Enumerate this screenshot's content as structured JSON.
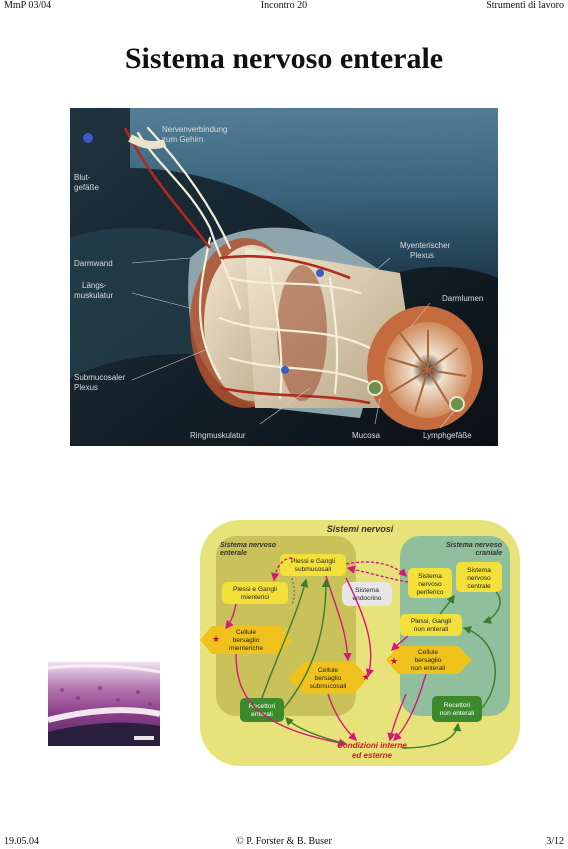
{
  "header": {
    "left": "MmP 03/04",
    "center": "Incontro 20",
    "right": "Strumenti di lavoro"
  },
  "title": "Sistema nervoso enterale",
  "figure1": {
    "labels": {
      "nervenverbindung_1": "Nervenverbindung",
      "nervenverbindung_2": "zum Gehirn",
      "blut_1": "Blut-",
      "blut_2": "gefäße",
      "darmwand": "Darmwand",
      "langs_1": "Längs-",
      "langs_2": "muskulatur",
      "submuc_1": "Submucosaler",
      "submuc_2": "Plexus",
      "ringmusk": "Ringmuskulatur",
      "myenter_1": "Myenterischer",
      "myenter_2": "Plexus",
      "darmlumen": "Darmlumen",
      "mucosa": "Mucosa",
      "lymph": "Lymphgefäße"
    }
  },
  "figure3": {
    "title": "Sistemi nervosi",
    "sne_1": "Sistema nervoso",
    "sne_2": "enterale",
    "snc_1": "Sistema nervoso",
    "snc_2": "craniale",
    "plessi_sub_1": "Plessi e Gangli",
    "plessi_sub_2": "submucosali",
    "plessi_mie_1": "Plessi e Gangli",
    "plessi_mie_2": "mienterici",
    "endocrino_1": "Sistema",
    "endocrino_2": "endocrino",
    "snp_1": "Sistema",
    "snp_2": "nervoso",
    "snp_3": "periferico",
    "sncentr_1": "Sistema",
    "sncentr_2": "nervoso",
    "sncentr_3": "centrale",
    "plessi_non_1": "Plessi, Gangli",
    "plessi_non_2": "non enterali",
    "cel_mie_1": "Cellule",
    "cel_mie_2": "bersaglio",
    "cel_mie_3": "mienteriche",
    "cel_sub_1": "Cellule",
    "cel_sub_2": "bersaglio",
    "cel_sub_3": "submucosali",
    "cel_non_1": "Cellule",
    "cel_non_2": "bersaglio",
    "cel_non_3": "non enterali",
    "rec_ent_1": "Recettori",
    "rec_ent_2": "enterali",
    "rec_non_1": "Recettori",
    "rec_non_2": "non enterali",
    "cond_1": "Condizioni interne",
    "cond_2": "ed esterne"
  },
  "footer": {
    "left": "19.05.04",
    "center": "© P. Forster & B. Buser",
    "right": "3/12"
  },
  "colors": {
    "outer_yellow": "#e8e27a",
    "enteric_panel": "#c9c25a",
    "cranial_panel": "#8fbf9c",
    "box_yellow": "#f3e03a",
    "receptor_green": "#3c8a2c",
    "arrow_magenta": "#d4197a",
    "arrow_green": "#3a7d2a",
    "cond_red": "#c8201e"
  }
}
